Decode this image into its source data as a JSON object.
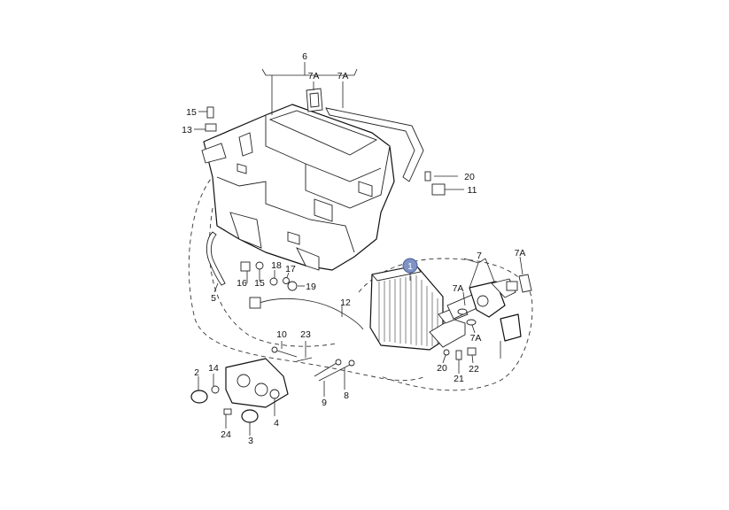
{
  "callouts": {
    "c1": "1",
    "c2": "2",
    "c3": "3",
    "c4": "4",
    "c5": "5",
    "c6": "6",
    "c7": "7",
    "c7a_top1": "7A",
    "c7a_top2": "7A",
    "c7a_right": "7A",
    "c7a_mid": "7A",
    "c7a_low": "7A",
    "c8": "8",
    "c9": "9",
    "c10": "10",
    "c11": "11",
    "c12": "12",
    "c13": "13",
    "c14": "14",
    "c15_top": "15",
    "c15_mid": "15",
    "c16": "16",
    "c17": "17",
    "c18": "18",
    "c19": "19",
    "c20_top": "20",
    "c20_low": "20",
    "c21": "21",
    "c22": "22",
    "c23": "23",
    "c24": "24"
  },
  "colors": {
    "highlight": "#7f93c6",
    "line": "#111111"
  }
}
